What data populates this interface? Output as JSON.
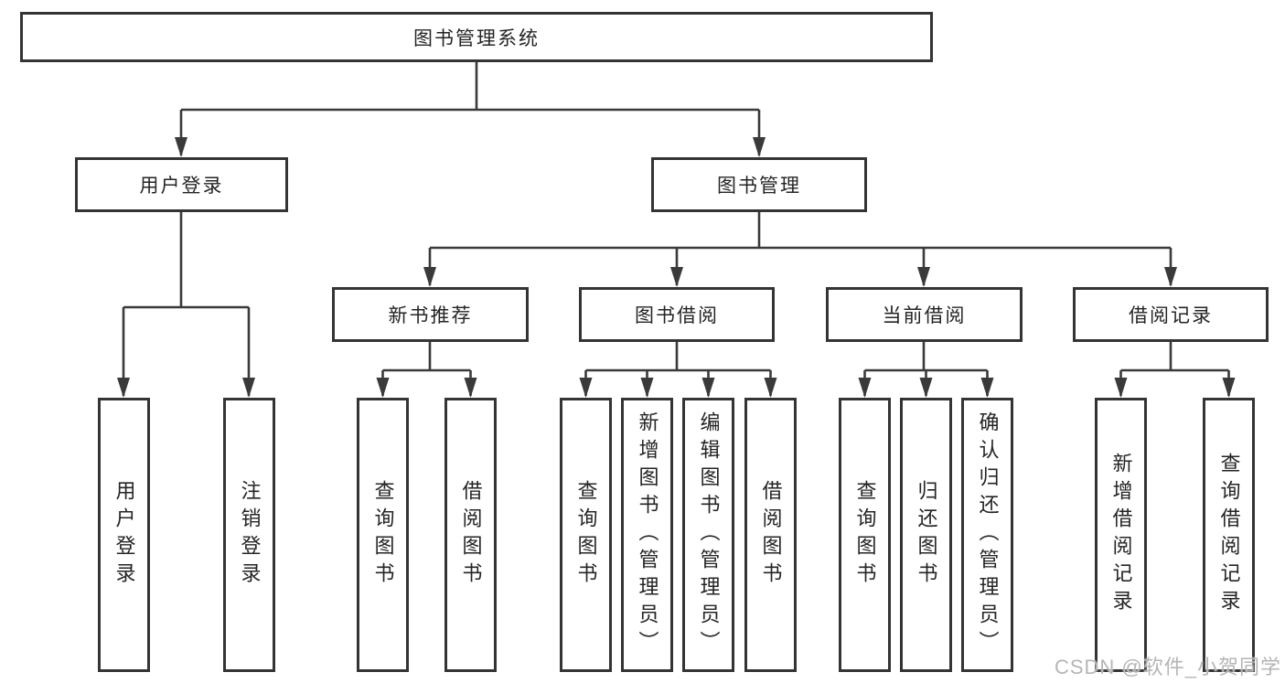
{
  "colors": {
    "background": "#ffffff",
    "line": "#3a3a3a",
    "box_border": "#343434",
    "text": "#242424",
    "watermark": "#b5b5b5"
  },
  "watermark_text": "CSDN @软件_小贺同学",
  "tree": {
    "label": "图书管理系统",
    "children": [
      {
        "label": "用户登录",
        "children": [
          {
            "label": "用户登录"
          },
          {
            "label": "注销登录"
          }
        ]
      },
      {
        "label": "图书管理",
        "children": [
          {
            "label": "新书推荐",
            "children": [
              {
                "label": "查询图书"
              },
              {
                "label": "借阅图书"
              }
            ]
          },
          {
            "label": "图书借阅",
            "children": [
              {
                "label": "查询图书"
              },
              {
                "label": "新增图书（管理员）"
              },
              {
                "label": "编辑图书（管理员）"
              },
              {
                "label": "借阅图书"
              }
            ]
          },
          {
            "label": "当前借阅",
            "children": [
              {
                "label": "查询图书"
              },
              {
                "label": "归还图书"
              },
              {
                "label": "确认归还（管理员）"
              }
            ]
          },
          {
            "label": "借阅记录",
            "children": [
              {
                "label": "新增借阅记录"
              },
              {
                "label": "查询借阅记录"
              }
            ]
          }
        ]
      }
    ]
  }
}
